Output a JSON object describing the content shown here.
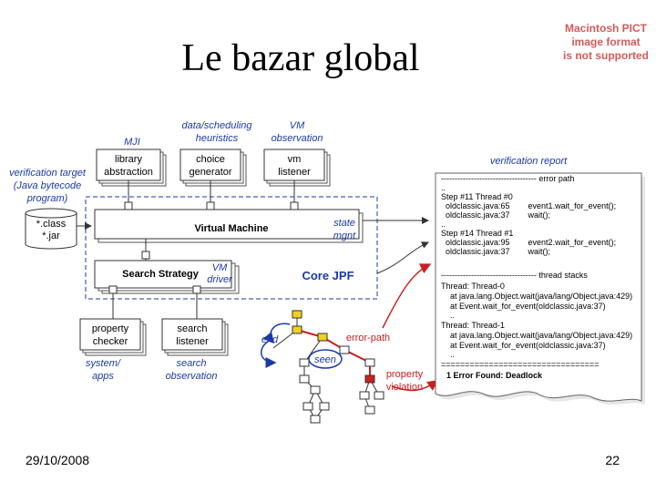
{
  "slide": {
    "title": "Le bazar global",
    "pict_notice": [
      "Macintosh PICT",
      "image format",
      "is not supported"
    ],
    "date": "29/10/2008",
    "page_number": "22"
  },
  "diagram": {
    "top_labels": {
      "mji": "MJI",
      "data_sched": [
        "data/scheduling",
        "heuristics"
      ],
      "vm_obs": [
        "VM",
        "observation"
      ]
    },
    "top_boxes": {
      "library": [
        "library",
        "abstraction"
      ],
      "choice": [
        "choice",
        "generator"
      ],
      "vm_listener": [
        "vm",
        "listener"
      ]
    },
    "verification_target": [
      "verification target",
      "(Java bytecode",
      "program)"
    ],
    "class_files": [
      "*.class",
      "*.jar"
    ],
    "virtual_machine": "Virtual Machine",
    "state_mgnt": [
      "state",
      "mgnt"
    ],
    "search_strategy": "Search Strategy",
    "vm_driver": [
      "VM",
      "driver"
    ],
    "core_jpf": "Core JPF",
    "bottom_boxes": {
      "property": [
        "property",
        "checker"
      ],
      "search": [
        "search",
        "listener"
      ]
    },
    "bottom_labels": {
      "system_apps": [
        "system/",
        "apps"
      ],
      "search_obs": [
        "search",
        "observation"
      ]
    },
    "graph": {
      "end": "end",
      "seen": "seen",
      "error_path": "error-path",
      "property_violation": [
        "property",
        "violation"
      ]
    },
    "report": {
      "title": "verification report",
      "lines": [
        "----------------------------------- error path",
        "..",
        "Step #11 Thread #0",
        "  oldclassic.java:65        event1.wait_for_event();",
        "  oldclassic.java:37        wait();",
        "..",
        "Step #14 Thread #1",
        "  oldclassic.java:95        event2.wait_for_event();",
        "  oldclassic.java:37        wait();",
        "",
        "----------------------------------- thread stacks",
        "Thread: Thread-0",
        "    at java.lang.Object.wait(java/lang/Object.java:429)",
        "    at Event.wait_for_event(oldclassic.java:37)",
        "    ..",
        "Thread: Thread-1",
        "    at java.lang.Object.wait(java/lang/Object.java:429)",
        "    at Event.wait_for_event(oldclassic.java:37)",
        "    ..",
        "=================================",
        "1 Error Found: Deadlock"
      ]
    }
  }
}
